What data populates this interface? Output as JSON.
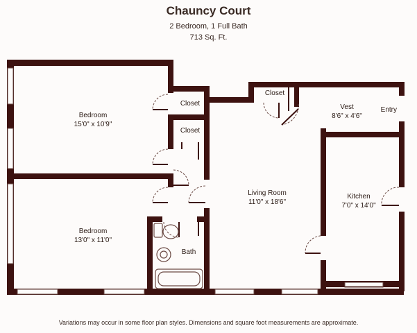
{
  "header": {
    "title": "Chauncy Court",
    "unit_type": "2 Bedroom, 1 Full Bath",
    "area": "713 Sq. Ft."
  },
  "rooms": {
    "bedroom1": {
      "name": "Bedroom",
      "dims": "15'0\" x 10'9\""
    },
    "closet1": {
      "name": "Closet"
    },
    "closet2": {
      "name": "Closet"
    },
    "closet3": {
      "name": "Closet"
    },
    "vest": {
      "name": "Vest",
      "dims": "8'6\" x 4'6\""
    },
    "entry": {
      "name": "Entry"
    },
    "living": {
      "name": "Living Room",
      "dims": "11'0\" x 18'6\""
    },
    "kitchen": {
      "name": "Kitchen",
      "dims": "7'0\" x 14'0\""
    },
    "bedroom2": {
      "name": "Bedroom",
      "dims": "13'0\" x 11'0\""
    },
    "bath": {
      "name": "Bath"
    }
  },
  "footer": {
    "disclaimer": "Variations may occur in some floor plan styles. Dimensions and square foot measurements are approximate."
  },
  "colors": {
    "wall": "#3d1210",
    "line": "#6b4a44",
    "background": "#fdfbfa"
  }
}
